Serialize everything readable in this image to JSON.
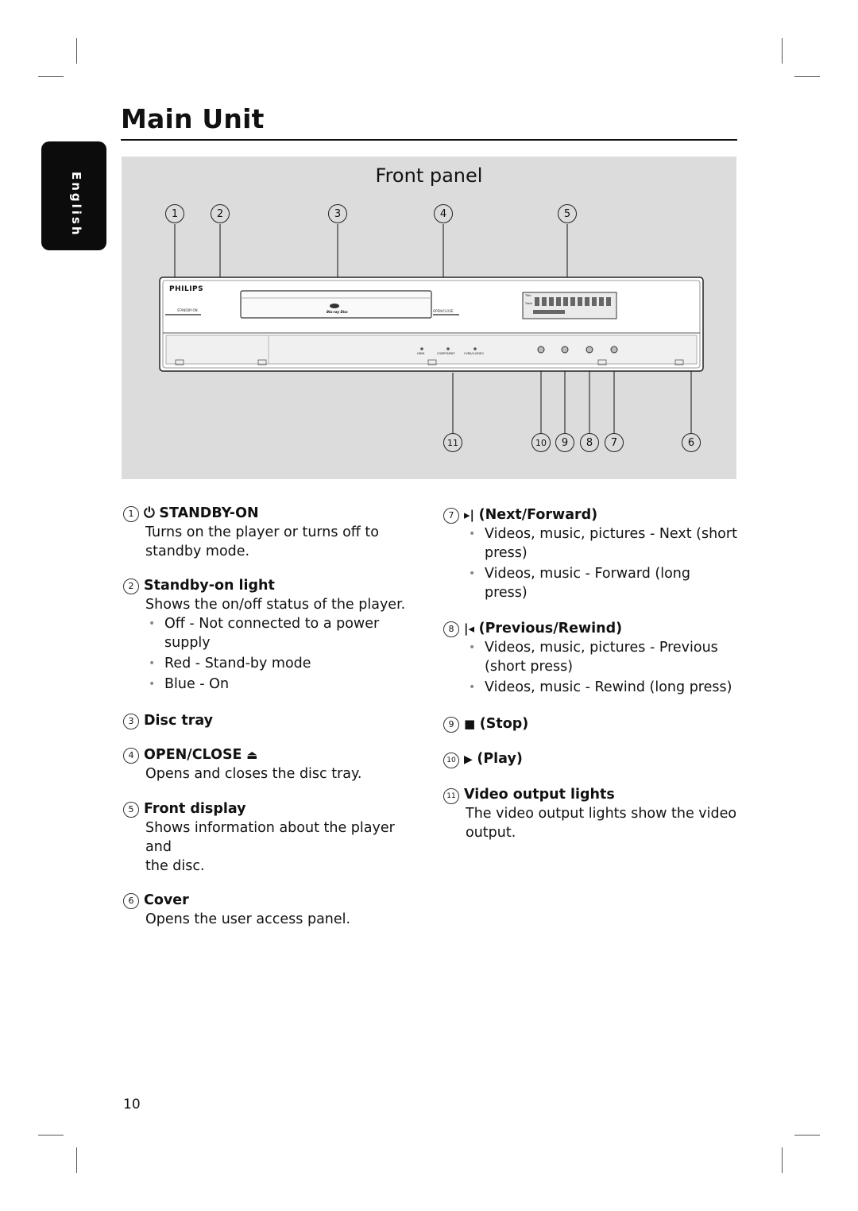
{
  "header": {
    "title": "Main Unit",
    "language_tab": "English"
  },
  "figure": {
    "title": "Front panel",
    "brand": "PHILIPS",
    "standby_label": "STANDBY-ON",
    "open_close_label": "OPEN/CLOSE",
    "bluray_label": "Blu-ray Disc",
    "output_labels": [
      "HDMI",
      "COMPONENT",
      "CVBS/S-VIDEO"
    ],
    "display_labels": [
      "Title",
      "Track"
    ],
    "top_callouts": [
      "1",
      "2",
      "3",
      "4",
      "5"
    ],
    "bottom_callouts": [
      "11",
      "10",
      "9",
      "8",
      "7",
      "6"
    ]
  },
  "left_items": [
    {
      "n": "1",
      "symbol": "power-icon",
      "title": "STANDBY-ON",
      "desc": [
        "Turns on the player or turns off to",
        "standby mode."
      ]
    },
    {
      "n": "2",
      "title": "Standby-on light",
      "desc": [
        "Shows the on/off status of the player."
      ],
      "bullets": [
        [
          "Off - Not connected to a power",
          "supply"
        ],
        [
          "Red - Stand-by mode"
        ],
        [
          "Blue - On"
        ]
      ]
    },
    {
      "n": "3",
      "title": "Disc tray"
    },
    {
      "n": "4",
      "title": "OPEN/CLOSE",
      "symbol": "eject-icon",
      "desc": [
        "Opens and closes the disc tray."
      ]
    },
    {
      "n": "5",
      "title": "Front display",
      "desc": [
        "Shows information about the player and",
        "the disc."
      ]
    },
    {
      "n": "6",
      "title": "Cover",
      "desc": [
        "Opens the user access panel."
      ]
    }
  ],
  "right_items": [
    {
      "n": "7",
      "symbol": "next-icon",
      "title": "(Next/Forward)",
      "bullets": [
        [
          "Videos, music, pictures - Next (short",
          "press)"
        ],
        [
          "Videos, music - Forward (long press)"
        ]
      ]
    },
    {
      "n": "8",
      "symbol": "previous-icon",
      "title": "(Previous/Rewind)",
      "bullets": [
        [
          "Videos, music, pictures - Previous",
          "(short press)"
        ],
        [
          "Videos, music - Rewind (long press)"
        ]
      ]
    },
    {
      "n": "9",
      "symbol": "stop-icon",
      "title": "(Stop)"
    },
    {
      "n": "10",
      "symbol": "play-icon",
      "title": "(Play)"
    },
    {
      "n": "11",
      "title": "Video output lights",
      "desc": [
        "The video output lights show the video",
        "output."
      ]
    }
  ],
  "footer": {
    "page_number": "10"
  }
}
